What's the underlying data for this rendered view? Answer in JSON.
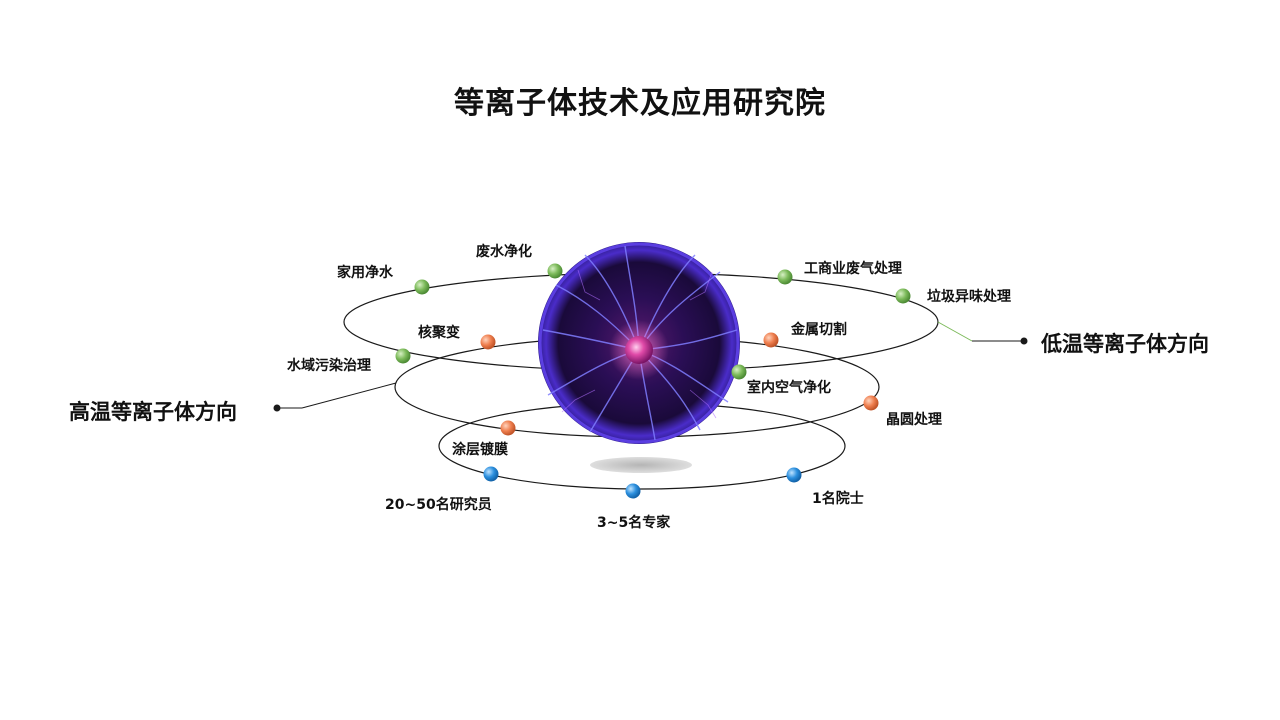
{
  "title": "等离子体技术及应用研究院",
  "directions": {
    "low_temp": "低温等离子体方向",
    "high_temp": "高温等离子体方向"
  },
  "outer_ring": {
    "color": "#7cba5a",
    "items": [
      "家用净水",
      "废水净化",
      "工商业废气处理",
      "垃圾异味处理",
      "水域污染治理",
      "室内空气净化"
    ]
  },
  "middle_ring": {
    "color": "#ef7f4f",
    "items": [
      "核聚变",
      "金属切割",
      "晶圆处理",
      "涂层镀膜"
    ]
  },
  "inner_ring": {
    "color": "#2b8fde",
    "items": [
      "20~50名研究员",
      "3~5名专家",
      "1名院士"
    ]
  }
}
